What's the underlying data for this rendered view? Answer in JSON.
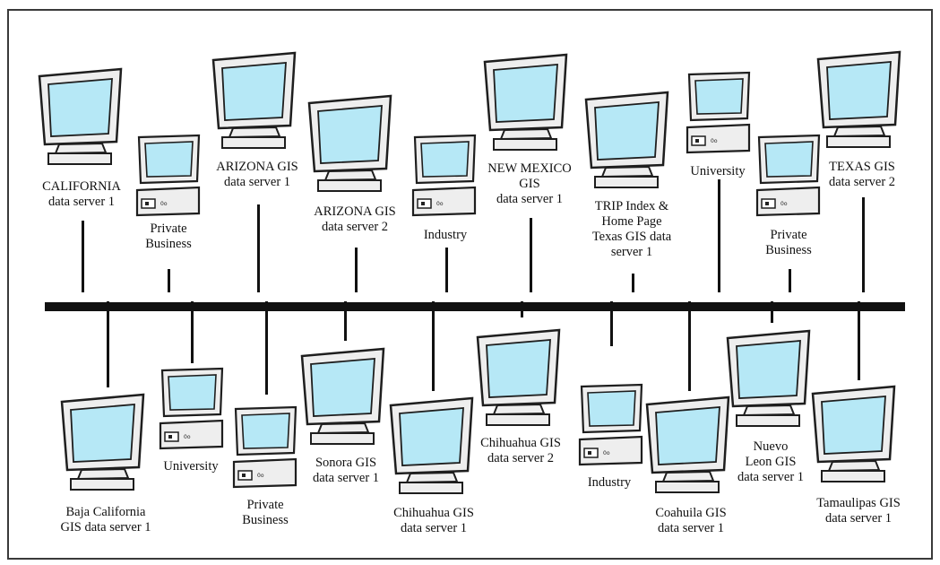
{
  "colors": {
    "screen": "#b6e8f6",
    "bezel": "#eeeeee",
    "outline": "#1e1e1e",
    "network": "#111111"
  },
  "top_nodes": [
    {
      "kind": "monitor",
      "lines": [
        "CALIFORNIA",
        "data server 1"
      ]
    },
    {
      "kind": "pc",
      "lines": [
        "Private",
        "Business"
      ]
    },
    {
      "kind": "monitor",
      "lines": [
        "ARIZONA GIS",
        "data server 1"
      ]
    },
    {
      "kind": "monitor",
      "lines": [
        "ARIZONA GIS",
        "data server 2"
      ]
    },
    {
      "kind": "pc",
      "lines": [
        "Industry"
      ]
    },
    {
      "kind": "monitor",
      "lines": [
        "NEW MEXICO",
        "GIS",
        "data server 1"
      ]
    },
    {
      "kind": "monitor",
      "lines": [
        "TRIP Index &",
        "Home Page",
        "Texas GIS data",
        "server 1"
      ]
    },
    {
      "kind": "pc",
      "lines": [
        "University"
      ]
    },
    {
      "kind": "pc",
      "lines": [
        "Private",
        "Business"
      ]
    },
    {
      "kind": "monitor",
      "lines": [
        "TEXAS GIS",
        "data server 2"
      ]
    }
  ],
  "bottom_nodes": [
    {
      "kind": "monitor",
      "lines": [
        "Baja California",
        "GIS data server 1"
      ]
    },
    {
      "kind": "pc",
      "lines": [
        "University"
      ]
    },
    {
      "kind": "pc",
      "lines": [
        "Private",
        "Business"
      ]
    },
    {
      "kind": "monitor",
      "lines": [
        "Sonora GIS",
        "data server 1"
      ]
    },
    {
      "kind": "monitor",
      "lines": [
        "Chihuahua GIS",
        "data server 1"
      ]
    },
    {
      "kind": "monitor",
      "lines": [
        "Chihuahua GIS",
        "data server 2"
      ]
    },
    {
      "kind": "pc",
      "lines": [
        "Industry"
      ]
    },
    {
      "kind": "monitor",
      "lines": [
        "Coahuila GIS",
        "data server 1"
      ]
    },
    {
      "kind": "monitor",
      "lines": [
        "Nuevo",
        "Leon GIS",
        "data server 1"
      ]
    },
    {
      "kind": "monitor",
      "lines": [
        "Tamaulipas GIS",
        "data server 1"
      ]
    }
  ]
}
